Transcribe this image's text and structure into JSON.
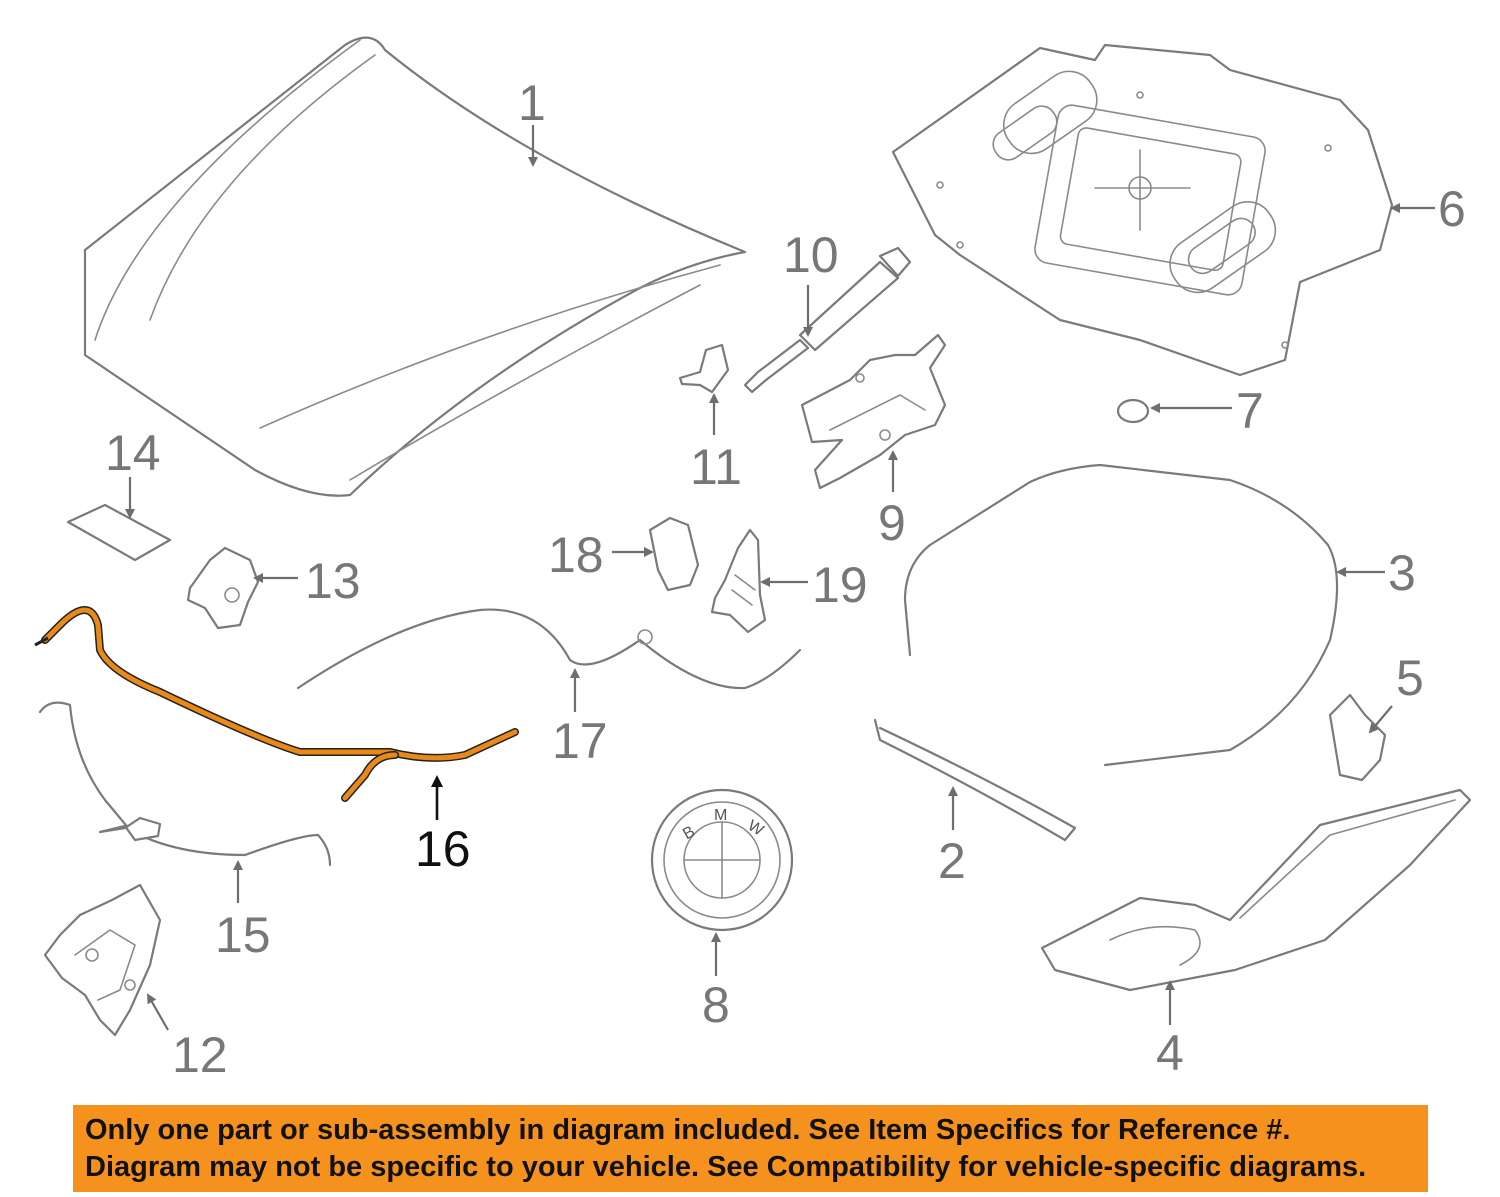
{
  "callouts": [
    "1",
    "2",
    "3",
    "4",
    "5",
    "6",
    "7",
    "8",
    "9",
    "10",
    "11",
    "12",
    "13",
    "14",
    "15",
    "16",
    "17",
    "18",
    "19"
  ],
  "highlighted_part": "16",
  "emblem_letters": [
    "B",
    "M",
    "W"
  ],
  "notice": {
    "line1": "Only one part or sub-assembly in diagram included. See Item Specifics for Reference #.",
    "line2": "Diagram may not be specific to your vehicle. See Compatibility for vehicle-specific diagrams."
  },
  "colors": {
    "notice_background": "#f5921e",
    "highlighted_part": "#e8891a",
    "part_outline": "#7a7a7a"
  }
}
